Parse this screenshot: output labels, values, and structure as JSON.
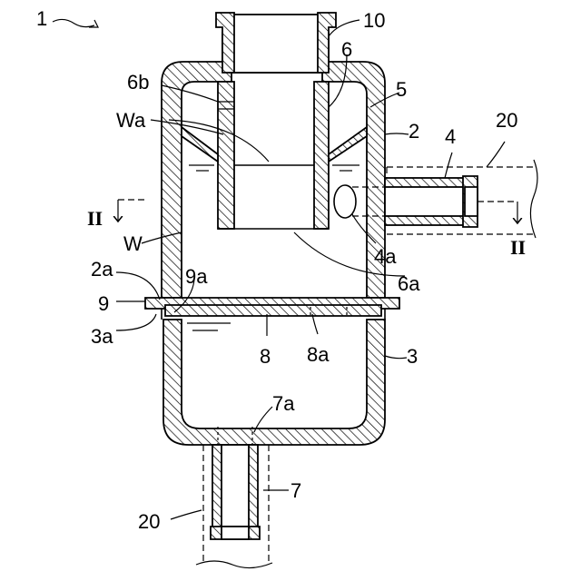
{
  "labels": {
    "assembly": "1",
    "cap": "10",
    "inner_pipe": "6",
    "inner_pipe_hole": "6b",
    "upper_cavity": "5",
    "wa": "Wa",
    "upper_case": "2",
    "inlet_pipe": "4",
    "hose_right": "20",
    "inlet_port": "4a",
    "pipe_bottom": "6a",
    "water": "W",
    "flange_upper": "2a",
    "gasket_hole": "9a",
    "gasket": "9",
    "flange_lower": "3a",
    "partition": "8",
    "partition_hole": "8a",
    "lower_case": "3",
    "outlet_hole": "7a",
    "outlet_pipe": "7",
    "hose_bottom": "20"
  },
  "section_marks": {
    "left": "II",
    "right": "II"
  }
}
